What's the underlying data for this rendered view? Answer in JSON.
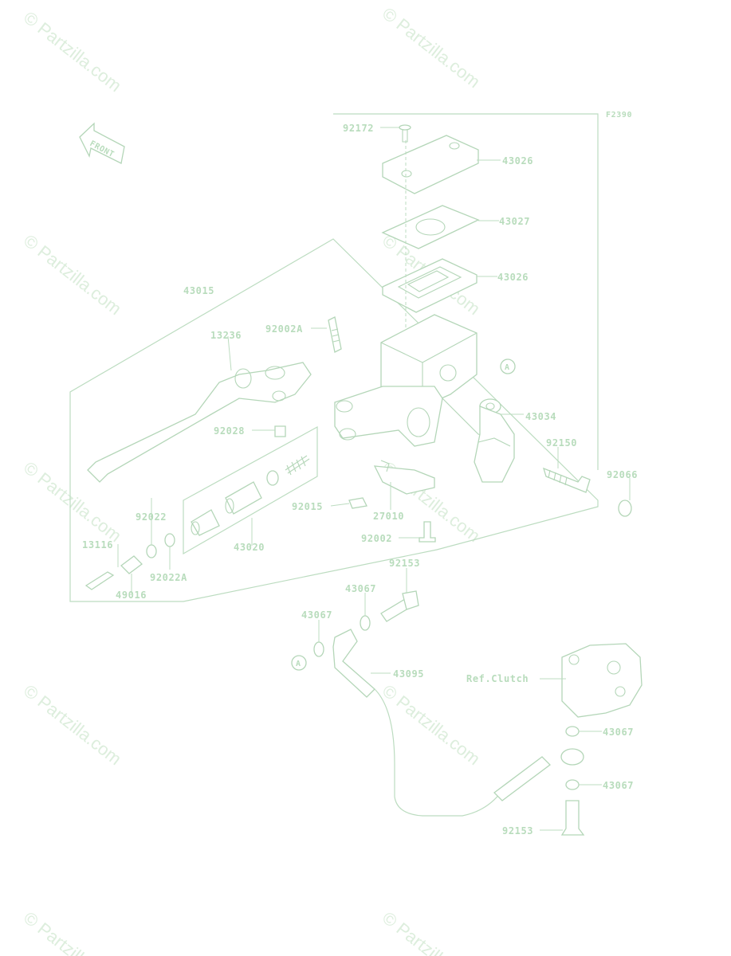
{
  "diagram_code": "F2390",
  "front_marker": "FRONT",
  "ref_clutch": "Ref.Clutch",
  "callout_a": "A",
  "watermark": "© Partzilla.com",
  "parts": {
    "p92172": "92172",
    "p43026a": "43026",
    "p43027": "43027",
    "p43026b": "43026",
    "p43015": "43015",
    "p92002a": "92002A",
    "p13236": "13236",
    "p43034": "43034",
    "p92150": "92150",
    "p92066": "92066",
    "p92028": "92028",
    "p92015": "92015",
    "p27010": "27010",
    "p92002": "92002",
    "p92022": "92022",
    "p13116": "13116",
    "p92022a": "92022A",
    "p43020": "43020",
    "p49016": "49016",
    "p92153a": "92153",
    "p43067a": "43067",
    "p43067b": "43067",
    "p43095": "43095",
    "p43067c": "43067",
    "p43067d": "43067",
    "p92153b": "92153"
  }
}
